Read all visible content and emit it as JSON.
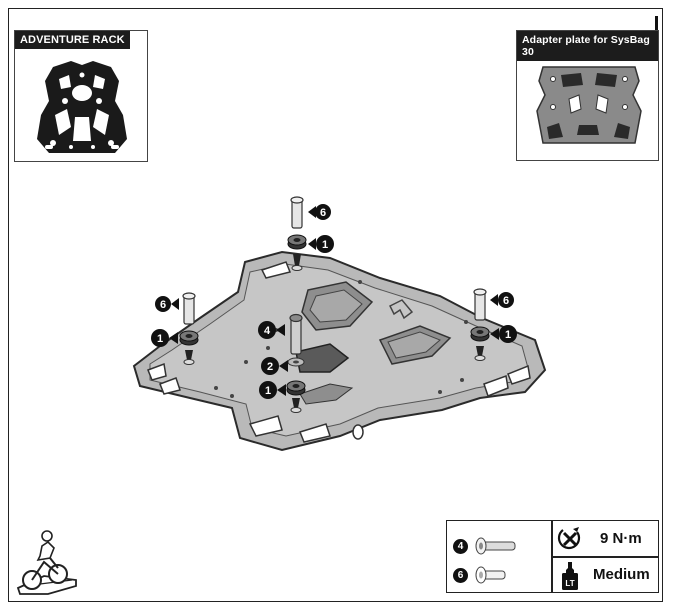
{
  "thumbnails": {
    "left_label": "ADVENTURE RACK",
    "right_label": "Adapter plate for SysBag 30"
  },
  "callouts": [
    {
      "id": "top-bolt",
      "number": "6"
    },
    {
      "id": "top-bushing",
      "number": "1"
    },
    {
      "id": "left-bolt",
      "number": "6"
    },
    {
      "id": "left-bushing",
      "number": "1"
    },
    {
      "id": "center-bolt",
      "number": "4"
    },
    {
      "id": "center-washer",
      "number": "2"
    },
    {
      "id": "center-bushing",
      "number": "1"
    },
    {
      "id": "right-bolt",
      "number": "6"
    },
    {
      "id": "right-bushing",
      "number": "1"
    }
  ],
  "specs": {
    "parts": [
      {
        "number": "4",
        "icon": "long-bolt-icon"
      },
      {
        "number": "6",
        "icon": "short-bolt-icon"
      }
    ],
    "torque": "9 N·m",
    "threadlock": "Medium",
    "torque_icon": "torque-wrench-icon",
    "threadlock_icon": "threadlock-bottle-icon"
  },
  "corner_icon": "motorcycle-rider-icon"
}
